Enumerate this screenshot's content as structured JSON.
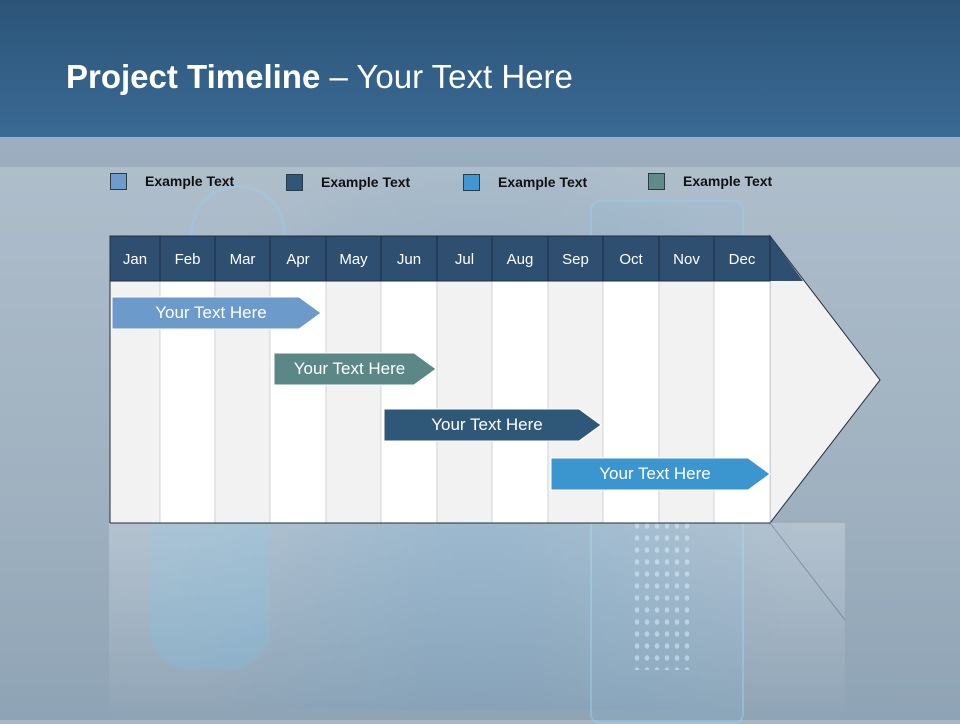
{
  "header": {
    "title_bold": "Project Timeline",
    "title_rest": " – Your Text Here"
  },
  "legend": [
    {
      "label": "Example Text",
      "color": "#6f9ccb"
    },
    {
      "label": "Example Text",
      "color": "#2f5777"
    },
    {
      "label": "Example Text",
      "color": "#3f98cf"
    },
    {
      "label": "Example Text",
      "color": "#5f8c8a"
    }
  ],
  "chart_data": {
    "type": "gantt",
    "months": [
      "Jan",
      "Feb",
      "Mar",
      "Apr",
      "May",
      "Jun",
      "Jul",
      "Aug",
      "Sep",
      "Oct",
      "Nov",
      "Dec"
    ],
    "tasks": [
      {
        "label": "Your  Text Here",
        "start": "Jan",
        "end": "Apr",
        "color": "#6b9acb"
      },
      {
        "label": "Your  Text Here",
        "start": "Apr",
        "end": "Jun",
        "color": "#5b8786"
      },
      {
        "label": "Your  Text Here",
        "start": "Jun",
        "end": "Sep",
        "color": "#2f5777"
      },
      {
        "label": "Your  Text Here",
        "start": "Sep",
        "end": "Dec",
        "color": "#3b95cf"
      }
    ],
    "colors": {
      "header_fill": "#2e4f6f",
      "col_light": "#f2f2f2",
      "col_white": "#ffffff",
      "arrow_fill": "#f2f2f2"
    }
  }
}
